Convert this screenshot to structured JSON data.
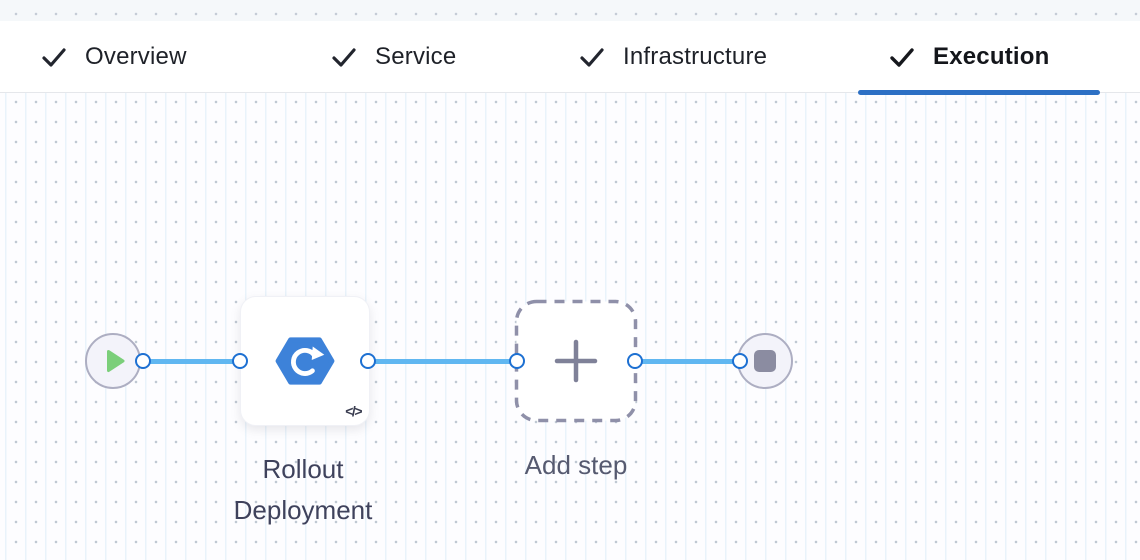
{
  "tabs": [
    {
      "label": "Overview",
      "completed": true,
      "active": false
    },
    {
      "label": "Service",
      "completed": true,
      "active": false
    },
    {
      "label": "Infrastructure",
      "completed": true,
      "active": false
    },
    {
      "label": "Execution",
      "completed": true,
      "active": true
    }
  ],
  "pipeline": {
    "start_node": {
      "icon": "play-icon"
    },
    "steps": [
      {
        "label": "Rollout Deployment",
        "icon": "rollout-deployment-icon",
        "badge": "code-icon",
        "badge_glyph": "</>"
      },
      {
        "label": "Add step",
        "icon": "plus-icon"
      }
    ],
    "end_node": {
      "icon": "stop-icon"
    }
  },
  "colors": {
    "active_tab_underline": "#2c6fc4",
    "edge_line": "#60b7f1",
    "port_ring": "#1d70d2",
    "step_icon_blue": "#3d82d9",
    "play_green": "#7bcf7a",
    "stop_gray": "#8b8ca1",
    "dashed_border": "#8f90a9",
    "label_text": "#3f425c"
  }
}
